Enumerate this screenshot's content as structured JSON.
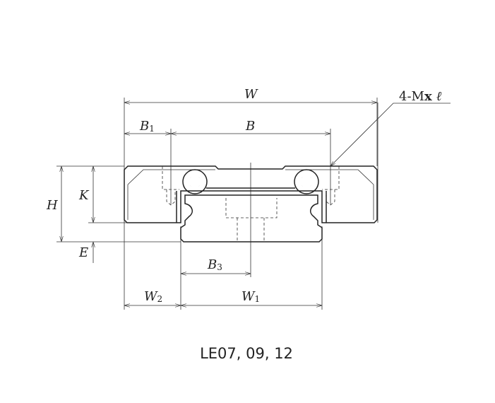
{
  "labels": {
    "W": "W",
    "B1": "B",
    "B1_sub": "1",
    "B": "B",
    "screw": "4-M",
    "screw_x": "x",
    "screw_l": "ℓ",
    "H": "H",
    "K": "K",
    "E": "E",
    "B3": "B",
    "B3_sub": "3",
    "W2": "W",
    "W2_sub": "2",
    "W1": "W",
    "W1_sub": "1"
  },
  "caption": "LE07, 09, 12"
}
